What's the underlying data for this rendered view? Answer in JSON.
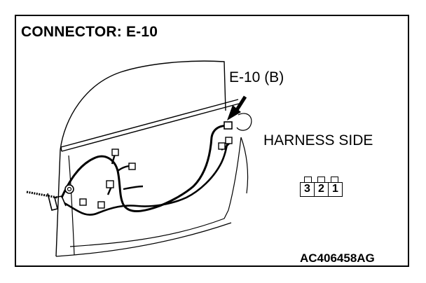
{
  "title": "CONNECTOR: E-10",
  "callout": "E-10 (B)",
  "side_label": "HARNESS SIDE",
  "connector_pins": [
    "3",
    "2",
    "1"
  ],
  "figure_code": "AC406458AG",
  "icons": {
    "arrow": "arrow-down-left-icon",
    "door": "door-outline-icon"
  }
}
